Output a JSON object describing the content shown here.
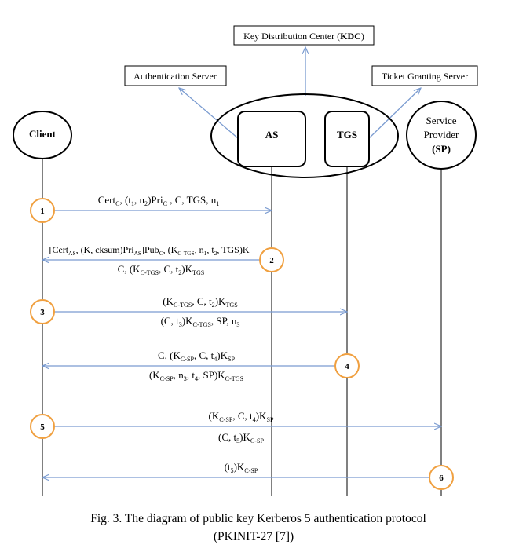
{
  "colors": {
    "arrow": "#7a9bd0",
    "badge": "#f0a040",
    "line": "#000000"
  },
  "nodes": {
    "kdc_label": {
      "pre": "Key Distribution Center (",
      "bold": "KDC",
      "post": ")"
    },
    "as_label": "Authentication Server",
    "tgs_label": "Ticket Granting Server",
    "client": "Client",
    "as": "AS",
    "tgs": "TGS",
    "sp_line1": "Service",
    "sp_line2": "Provider",
    "sp_line3": "(SP)"
  },
  "steps": [
    "1",
    "2",
    "3",
    "4",
    "5",
    "6"
  ],
  "messages": {
    "m1": [
      {
        "t": "Cert"
      },
      {
        "t": "C",
        "s": "sub"
      },
      {
        "t": ", (t"
      },
      {
        "t": "1",
        "s": "sub"
      },
      {
        "t": ", n"
      },
      {
        "t": "2",
        "s": "sub"
      },
      {
        "t": ")Pri"
      },
      {
        "t": "C",
        "s": "sub"
      },
      {
        "t": " , C, TGS, n"
      },
      {
        "t": "1",
        "s": "sub"
      }
    ],
    "m2a": [
      {
        "t": "[Cert"
      },
      {
        "t": "AS",
        "s": "sub"
      },
      {
        "t": ", (K, cksum)Pri"
      },
      {
        "t": "AS",
        "s": "sub"
      },
      {
        "t": "]Pub"
      },
      {
        "t": "C",
        "s": "sub"
      },
      {
        "t": ", (K"
      },
      {
        "t": "C-TGS",
        "s": "sub"
      },
      {
        "t": ", n"
      },
      {
        "t": "1",
        "s": "sub"
      },
      {
        "t": ", t"
      },
      {
        "t": "2",
        "s": "sub"
      },
      {
        "t": ", TGS)K"
      }
    ],
    "m2b": [
      {
        "t": "C, (K"
      },
      {
        "t": "C-TGS",
        "s": "sub"
      },
      {
        "t": ", C, t"
      },
      {
        "t": "2",
        "s": "sub"
      },
      {
        "t": ")K"
      },
      {
        "t": "TGS",
        "s": "sub"
      }
    ],
    "m3a": [
      {
        "t": "(K"
      },
      {
        "t": "C-TGS",
        "s": "sub"
      },
      {
        "t": ", C, t"
      },
      {
        "t": "2",
        "s": "sub"
      },
      {
        "t": ")K"
      },
      {
        "t": "TGS",
        "s": "sub"
      }
    ],
    "m3b": [
      {
        "t": "(C, t"
      },
      {
        "t": "3",
        "s": "sub"
      },
      {
        "t": ")K"
      },
      {
        "t": "C-TGS",
        "s": "sub"
      },
      {
        "t": ", SP, n"
      },
      {
        "t": "3",
        "s": "sub"
      }
    ],
    "m4a": [
      {
        "t": "C, (K"
      },
      {
        "t": "C-SP",
        "s": "sub"
      },
      {
        "t": ", C, t"
      },
      {
        "t": "4",
        "s": "sub"
      },
      {
        "t": ")K"
      },
      {
        "t": "SP",
        "s": "sub"
      }
    ],
    "m4b": [
      {
        "t": "(K"
      },
      {
        "t": "C-SP",
        "s": "sub"
      },
      {
        "t": ", n"
      },
      {
        "t": "3",
        "s": "sub"
      },
      {
        "t": ", t"
      },
      {
        "t": "4",
        "s": "sub"
      },
      {
        "t": ", SP)K"
      },
      {
        "t": "C-TGS",
        "s": "sub"
      }
    ],
    "m5a": [
      {
        "t": "(K"
      },
      {
        "t": "C-SP",
        "s": "sub"
      },
      {
        "t": ", C, t"
      },
      {
        "t": "4",
        "s": "sub"
      },
      {
        "t": ")K"
      },
      {
        "t": "SP",
        "s": "sub"
      }
    ],
    "m5b": [
      {
        "t": "(C, t"
      },
      {
        "t": "5",
        "s": "sub"
      },
      {
        "t": ")K"
      },
      {
        "t": "C-SP",
        "s": "sub"
      }
    ],
    "m6": [
      {
        "t": "(t"
      },
      {
        "t": "5",
        "s": "sub"
      },
      {
        "t": ")K"
      },
      {
        "t": "C-SP",
        "s": "sub"
      }
    ]
  },
  "caption": {
    "line1": "Fig. 3. The diagram of public key Kerberos 5 authentication protocol",
    "line2": "(PKINIT-27 [7])"
  }
}
